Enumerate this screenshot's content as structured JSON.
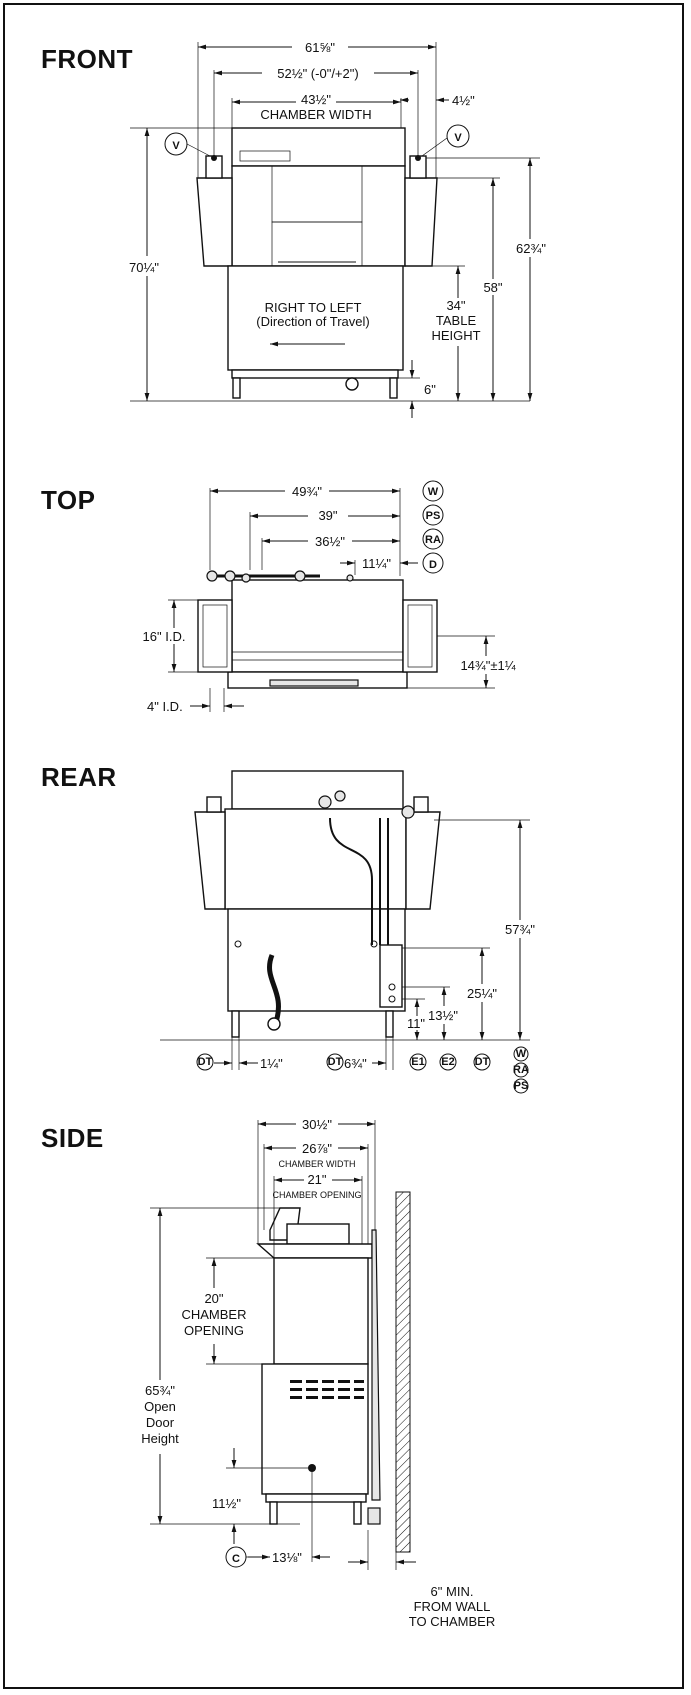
{
  "sections": {
    "front": "FRONT",
    "top": "TOP",
    "rear": "REAR",
    "side": "SIDE"
  },
  "front": {
    "overall_width": "61⅝\"",
    "table_span": "52½\" (-0\"/+2\")",
    "chamber_width_value": "43½\"",
    "chamber_width_label": "CHAMBER WIDTH",
    "right_offset": "4½\"",
    "vent_left": "V",
    "vent_right": "V",
    "overall_height": "70¼\"",
    "vent_height": "62¾\"",
    "height_58": "58\"",
    "table_height_value": "34\"",
    "table_height_label1": "TABLE",
    "table_height_label2": "HEIGHT",
    "leg_height": "6\"",
    "travel_line1": "RIGHT TO LEFT",
    "travel_line2": "(Direction of Travel)"
  },
  "top": {
    "dim_w": "49¾\"",
    "dim_ps": "39\"",
    "dim_ra": "36½\"",
    "dim_d": "11¼\"",
    "w": "W",
    "ps": "PS",
    "ra": "RA",
    "d": "D",
    "left_id": "16\" I.D.",
    "bottom_id": "4\" I.D.",
    "right_depth": "14¾\"±1¼"
  },
  "rear": {
    "height_w": "57¾\"",
    "height_e": "25¼\"",
    "height_135": "13½\"",
    "height_11": "11\"",
    "dt_left": "DT",
    "dim_125": "1¼\"",
    "dt_mid": "DT",
    "dim_675": "6¾\"",
    "e1": "E1",
    "e2": "E2",
    "dt_right": "DT",
    "w": "W",
    "ra": "RA",
    "ps": "PS"
  },
  "side": {
    "overall_depth": "30½\"",
    "chamber_width_value": "26⅞\"",
    "chamber_width_label": "CHAMBER WIDTH",
    "chamber_opening_value": "21\"",
    "chamber_opening_label": "CHAMBER OPENING",
    "open_height_value": "20\"",
    "open_label1": "CHAMBER",
    "open_label2": "OPENING",
    "door_height_value": "65¾\"",
    "door_label1": "Open",
    "door_label2": "Door",
    "door_label3": "Height",
    "c_height": "11½\"",
    "c_label": "C",
    "c_depth": "13⅛\"",
    "wall_line1": "6\" MIN.",
    "wall_line2": "FROM WALL",
    "wall_line3": "TO CHAMBER"
  }
}
